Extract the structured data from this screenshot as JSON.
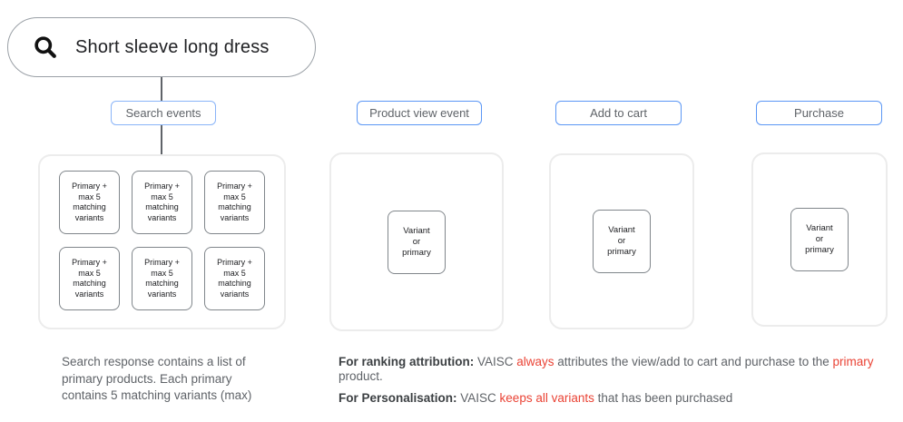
{
  "search_bar": {
    "query": "Short sleeve long dress",
    "icon": "search-icon"
  },
  "event_labels": {
    "search": "Search events",
    "product_view": "Product view event",
    "add_to_cart": "Add to cart",
    "purchase": "Purchase"
  },
  "search_container": {
    "boxes": [
      "Primary +\nmax 5\nmatching\nvariants",
      "Primary +\nmax 5\nmatching\nvariants",
      "Primary +\nmax 5\nmatching\nvariants",
      "Primary +\nmax 5\nmatching\nvariants",
      "Primary +\nmax 5\nmatching\nvariants",
      "Primary +\nmax 5\nmatching\nvariants"
    ]
  },
  "event_containers": {
    "product_view_box": "Variant\nor\nprimary",
    "add_to_cart_box": "Variant\nor\nprimary",
    "purchase_box": "Variant\nor\nprimary"
  },
  "footnotes": {
    "search_note": "Search response contains a list of\nprimary products. Each primary\ncontains 5 matching variants (max)",
    "attribution_notes": [
      {
        "segments": [
          {
            "text": "For ranking attribution:",
            "style": "bold"
          },
          {
            "text": " VAISC ",
            "style": "normal"
          },
          {
            "text": "always",
            "style": "red"
          },
          {
            "text": " attributes the view/add to cart and purchase to the ",
            "style": "normal"
          },
          {
            "text": "primary",
            "style": "red"
          },
          {
            "text": " product.",
            "style": "normal"
          }
        ]
      },
      {
        "segments": [
          {
            "text": "For Personalisation:",
            "style": "bold"
          },
          {
            "text": " VAISC ",
            "style": "normal"
          },
          {
            "text": "keeps all variants",
            "style": "red"
          },
          {
            "text": " that has been purchased",
            "style": "normal"
          }
        ]
      }
    ]
  },
  "colors": {
    "accent_blue": "#5b97f5",
    "accent_blue_light": "#8ab4f8",
    "highlight_red": "#ea4335",
    "text_gray": "#5f6368",
    "text_dark": "#202124",
    "container_border": "#ececec",
    "box_border": "#80868b",
    "pill_border": "#9aa0a6"
  }
}
